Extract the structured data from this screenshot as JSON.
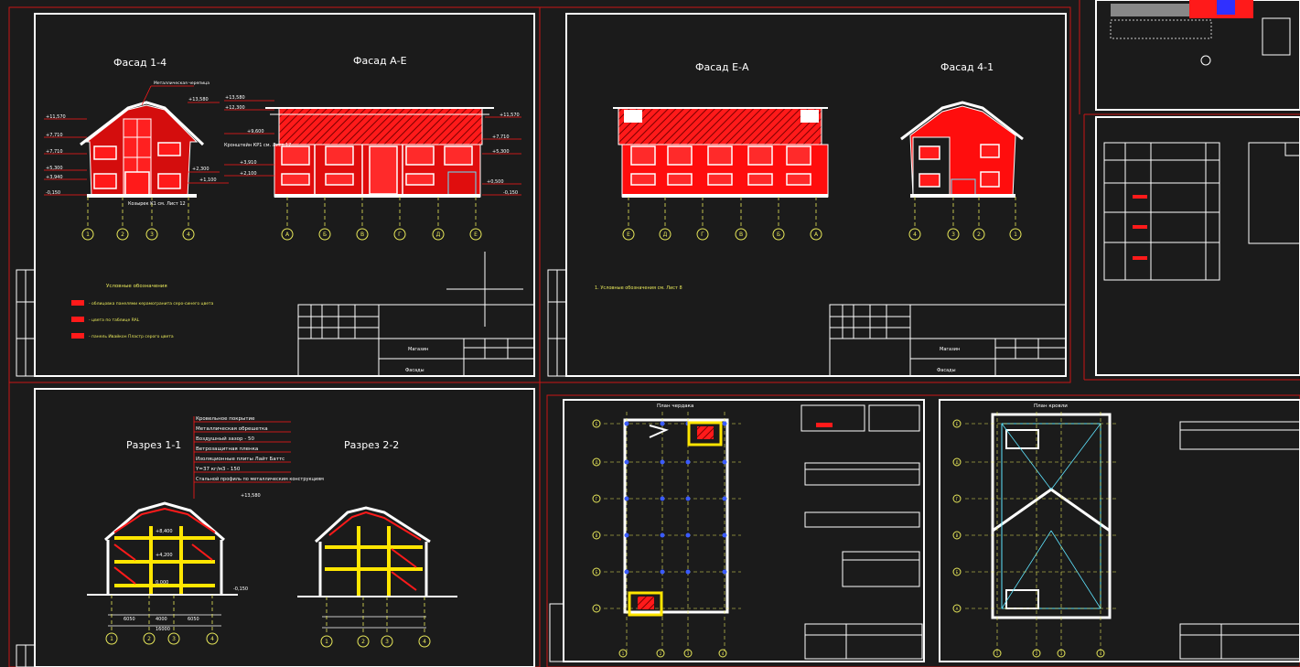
{
  "sheet1": {
    "facade_1_4": "Фасад 1-4",
    "facade_a_e": "Фасад А-Е",
    "axes_num": [
      "1",
      "2",
      "3",
      "4"
    ],
    "axes_letter": [
      "А",
      "Б",
      "В",
      "Г",
      "Д",
      "Е"
    ],
    "levels_left": [
      "+11,570",
      "+7,710",
      "+7,710",
      "+5,300",
      "+3,940",
      "-0,150"
    ],
    "levels_right": [
      "+13,580",
      "+11,570",
      "+7,710",
      "+5,300",
      "+2,300",
      "-0,150"
    ],
    "note_roof": "Металлическая черепица",
    "note_bracket": "Кронштейн КР1 см. Лист 12",
    "note_visor": "Козырек К1 см. Лист 12",
    "legend_title": "Условные обозначения",
    "legend": [
      "- облицовка панелями керамогранита серо-синего цвета",
      "- цвета по таблице RAL",
      "- панель Ивайкон Пластр серого цвета"
    ],
    "stamp_building": "Магазин",
    "stamp_sheet": "Фасады",
    "colors": {
      "accent": "#ff1a1a",
      "frame": "#ffffff",
      "grid": "#c81414",
      "text_yellow": "#e8e85a",
      "bg": "#1b1b1b"
    }
  },
  "sheet2": {
    "facade_e_a": "Фасад Е-А",
    "facade_4_1": "Фасад 4-1",
    "axes_letter": [
      "Е",
      "Д",
      "Г",
      "В",
      "Б",
      "А"
    ],
    "axes_num": [
      "4",
      "3",
      "2",
      "1"
    ],
    "note": "1. Условные обозначения см. Лист 8",
    "stamp_building": "Магазин",
    "stamp_sheet": "Фасады"
  },
  "sheet3": {
    "section_1_1": "Разрез 1-1",
    "section_2_2": "Разрез 2-2",
    "roof_layers": [
      "Кровельное покрытие",
      "Металлическая обрешетка",
      "Воздушный зазор - 50",
      "Ветрозащитная пленка",
      "Изоляционные плиты Лайт Баттс",
      "Y=37 кг/м3 - 150",
      "Стальной профиль по металлическим конструкциям"
    ],
    "dims": [
      "6050",
      "4000",
      "6050",
      "16000"
    ],
    "levels": [
      "+13,580",
      "+8,400",
      "+4,200",
      "0,000",
      "-0,150"
    ],
    "axes_num": [
      "1",
      "2",
      "3",
      "4"
    ]
  },
  "sheet4": {
    "plan_attic": "План чердака",
    "plan_roof": "План кровли",
    "axes_letter": [
      "Е",
      "Д",
      "Г",
      "В",
      "Б",
      "А"
    ],
    "axes_num": [
      "1",
      "2",
      "3",
      "4"
    ]
  }
}
